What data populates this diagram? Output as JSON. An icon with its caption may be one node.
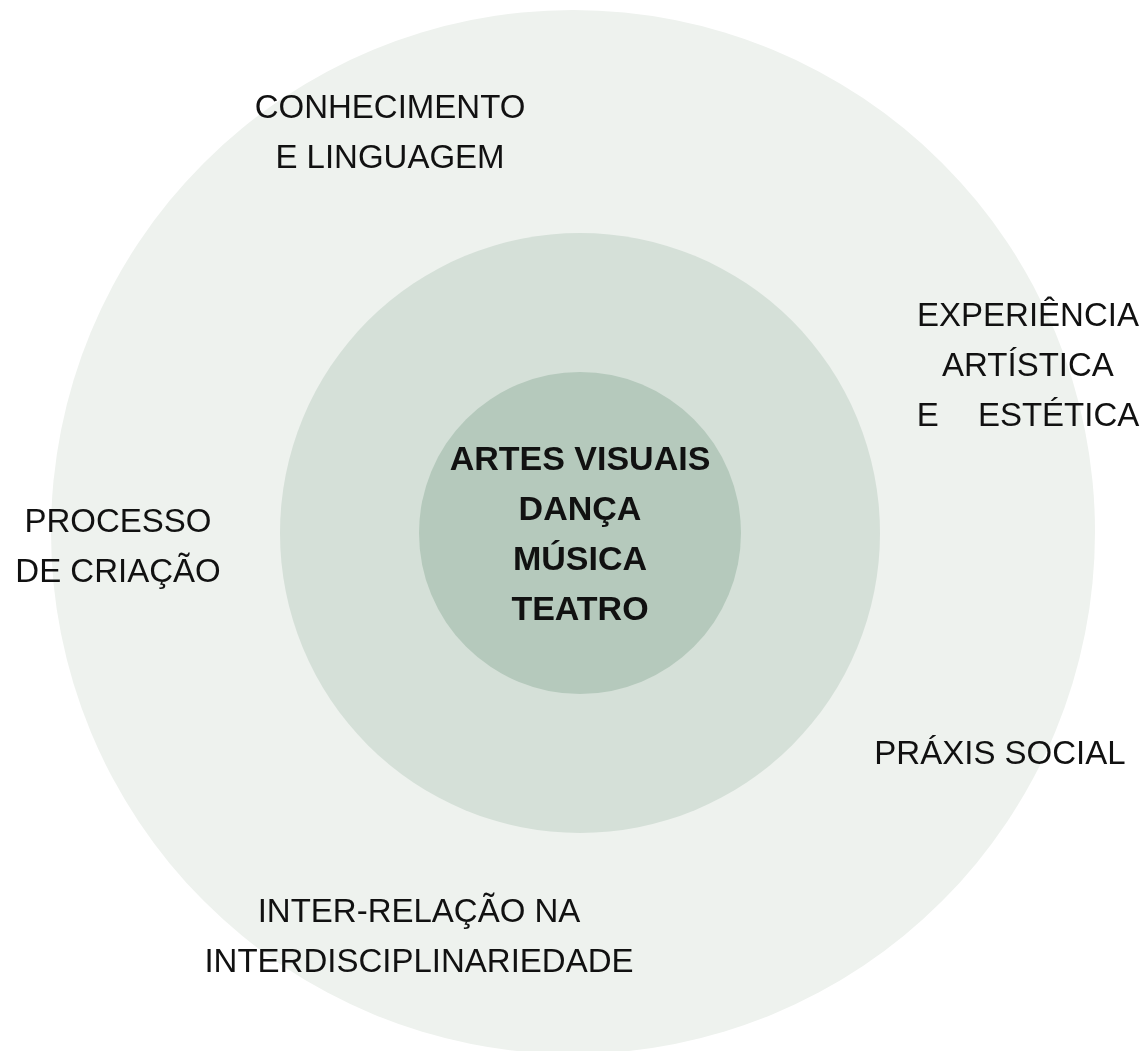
{
  "diagram": {
    "nodes": [
      {
        "text": [],
        "shape": "circle"
      },
      {
        "text": [],
        "shape": "circle",
        "in": 0
      },
      {
        "text": [
          "ARTES VISUAIS",
          "DANÇA",
          "MÚSICA",
          "TEATRO"
        ],
        "in": 1
      }
    ],
    "labels": [
      "CONHECIMENTO E LINGUAGEM",
      "EXPERIÊNCIA ARTÍSTICA E ESTÉTICA",
      "PROCESSO DE CRIAÇÃO",
      "PRÁXIS SOCIAL",
      "INTER-RELAÇÃO NA INTERDISCIPLINARIEDADE"
    ]
  }
}
